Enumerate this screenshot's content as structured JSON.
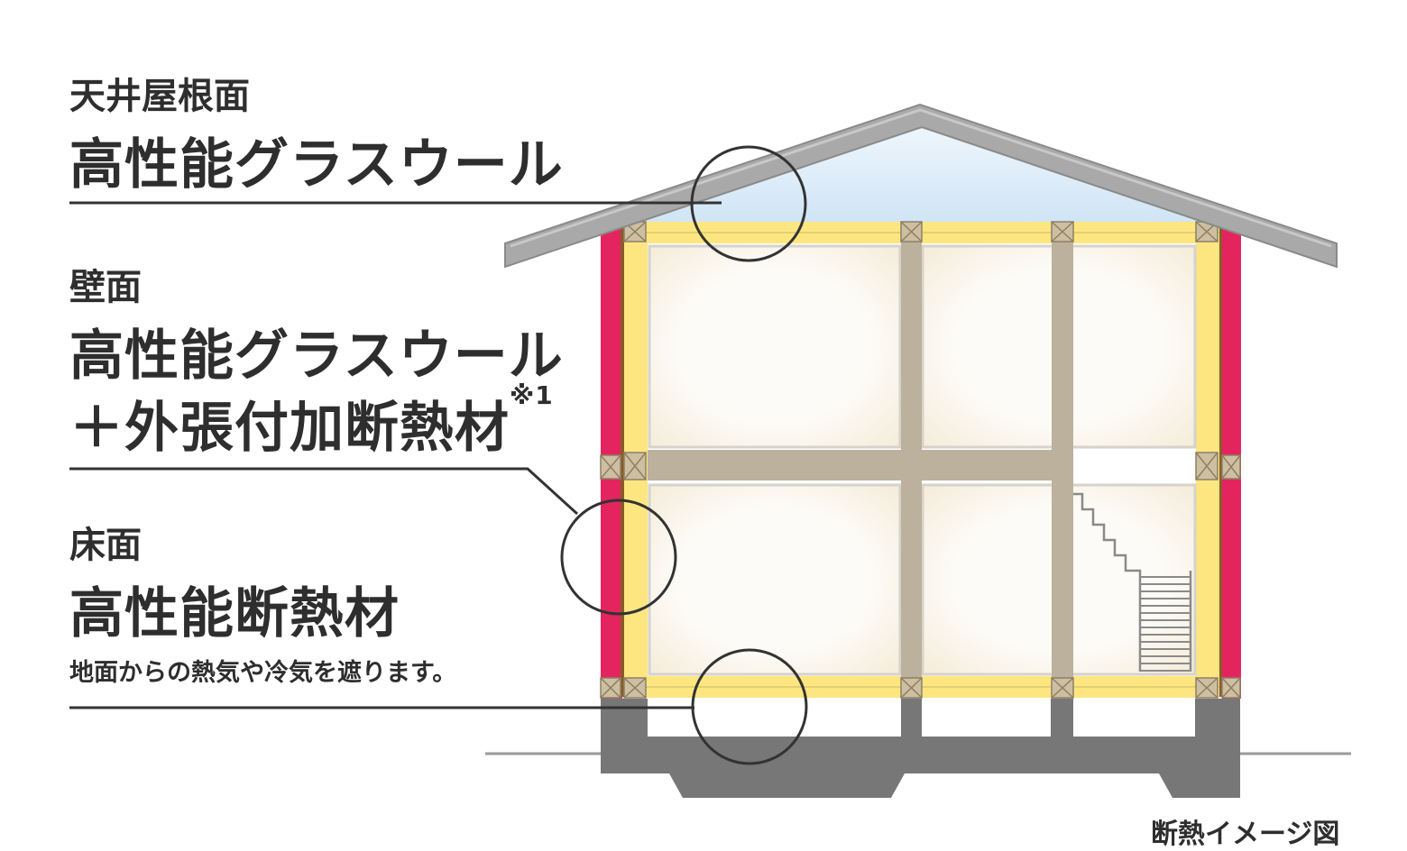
{
  "labels": {
    "ceiling": {
      "heading": "天井屋根面",
      "product": "高性能グラスウール"
    },
    "wall": {
      "heading": "壁面",
      "product": "高性能グラスウール",
      "addition": "＋外張付加断熱材",
      "footnote_mark": "※1"
    },
    "floor": {
      "heading": "床面",
      "product": "高性能断熱材",
      "note": "地面からの熱気や冷気を遮ります。"
    }
  },
  "caption": "断熱イメージ図",
  "colors": {
    "roof": "#a9a9a9",
    "attic_sky": "#dcecf8",
    "insulation_yellow": "#fde67f",
    "exterior_insulation": "#e4245f",
    "timber": "#bcb19c",
    "interior": "#fbf6ee",
    "foundation": "#777777",
    "callout_line": "#333333"
  }
}
